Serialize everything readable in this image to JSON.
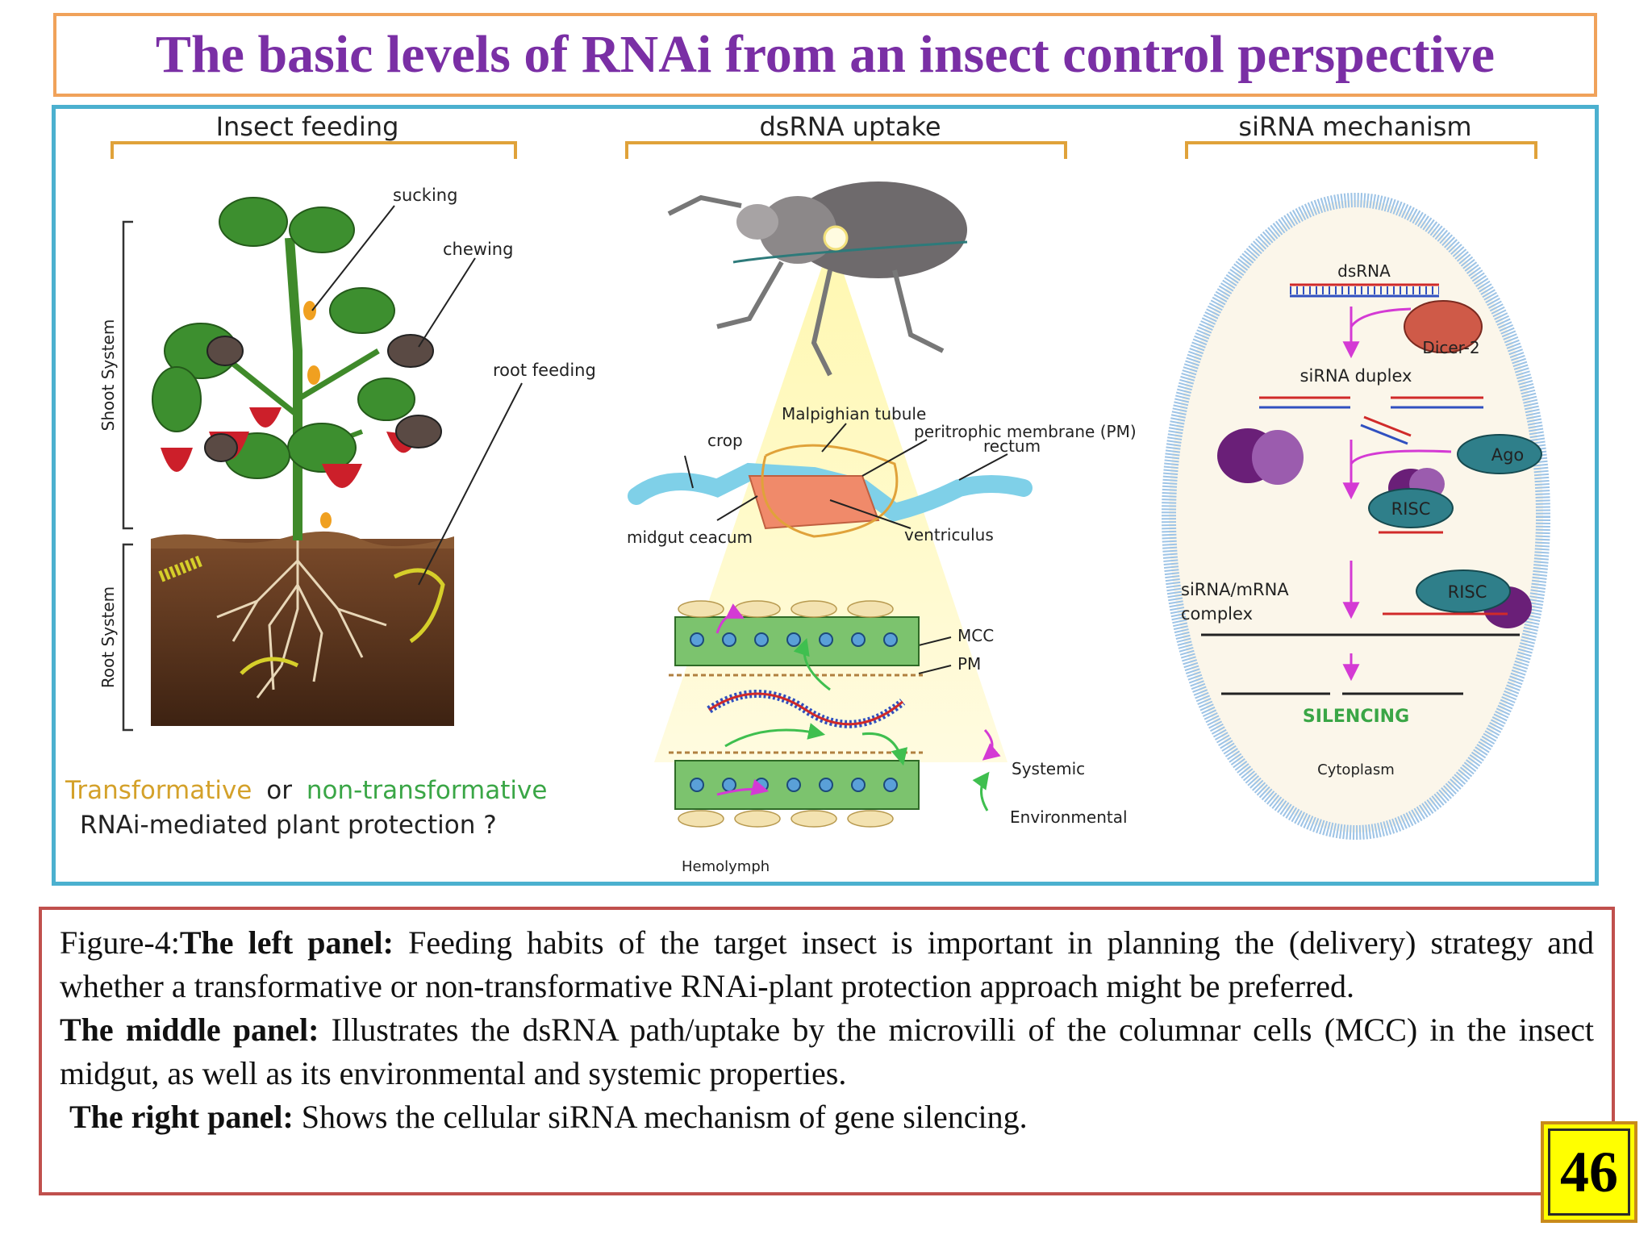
{
  "title": "The basic levels of RNAi from an insect control perspective",
  "panels": {
    "left": {
      "header": "Insect feeding",
      "labels": {
        "sucking": "sucking",
        "chewing": "chewing",
        "root_feeding": "root feeding",
        "shoot_system": "Shoot System",
        "root_system": "Root System"
      },
      "question": {
        "transformative": "Transformative",
        "or": "or",
        "non_transformative": "non-transformative",
        "line2": "RNAi-mediated plant protection ?"
      }
    },
    "middle": {
      "header": "dsRNA uptake",
      "labels": {
        "malpighian": "Malpighian tubule",
        "pm_full": "peritrophic membrane (PM)",
        "rectum": "rectum",
        "crop": "crop",
        "midgut_ceacum": "midgut ceacum",
        "ventriculus": "ventriculus",
        "mcc": "MCC",
        "pm": "PM",
        "systemic": "Systemic",
        "environmental": "Environmental",
        "hemolymph": "Hemolymph"
      }
    },
    "right": {
      "header": "siRNA mechanism",
      "labels": {
        "dsrna": "dsRNA",
        "dicer": "Dicer-2",
        "sirna_duplex": "siRNA duplex",
        "ago": "Ago",
        "risc": "RISC",
        "complex_line1": "siRNA/mRNA",
        "complex_line2": "complex",
        "silencing": "SILENCING",
        "cytoplasm": "Cytoplasm"
      }
    }
  },
  "caption": {
    "p1_prefix": "Figure-4:",
    "p1_bold": "The left panel:",
    "p1_text": " Feeding habits of the target insect is important in planning the (delivery) strategy and whether a transformative or non-transformative RNAi-plant protection approach might be preferred.",
    "p2_bold": "The middle panel:",
    "p2_text": " Illustrates the dsRNA path/uptake by the microvilli of the columnar cells (MCC) in the insect midgut, as well as its environmental and systemic properties.",
    "p3_bold": "The right panel:",
    "p3_text": " Shows the cellular siRNA mechanism of gene silencing."
  },
  "page_number": "46",
  "colors": {
    "title": "#7a2fa5",
    "title_border": "#f0a25a",
    "figure_border": "#4bb0cf",
    "caption_border": "#c0504d",
    "page_bg": "#ffff00",
    "bracket": "#e0a23a",
    "transformative": "#d4a12a",
    "non_transformative": "#3aa646",
    "silencing": "#3aa646"
  }
}
